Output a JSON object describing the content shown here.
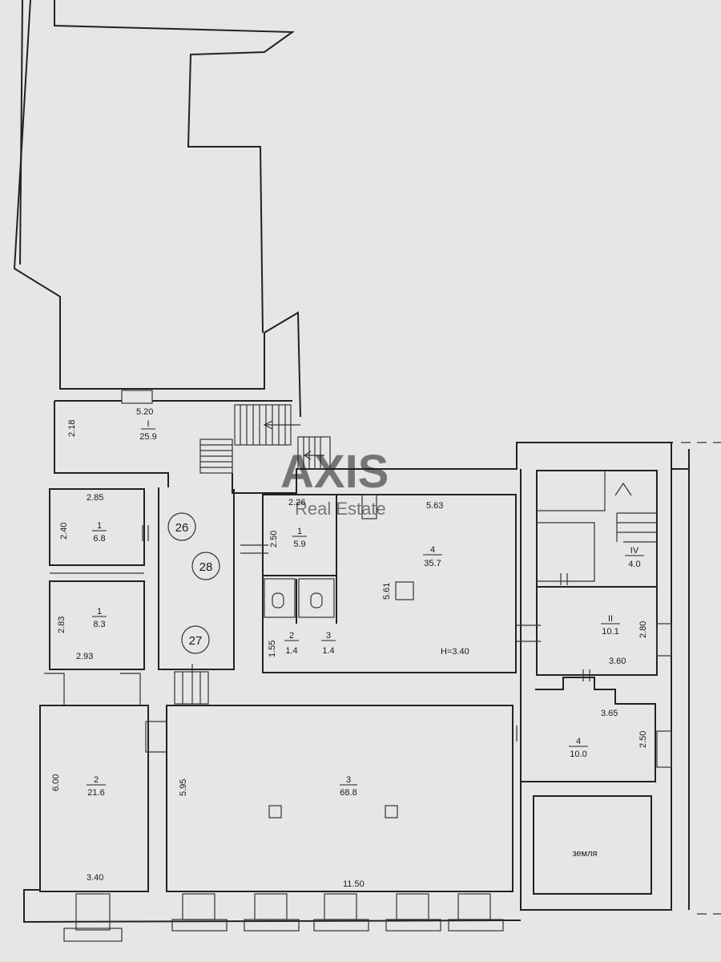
{
  "watermark": {
    "brand": "AXIS",
    "sub": "Real Estate",
    "color": "#ffffff"
  },
  "rooms": [
    {
      "id": "corridor-I",
      "number": "I",
      "area": "25.9"
    },
    {
      "id": "room-1a",
      "number": "1",
      "area": "6.8"
    },
    {
      "id": "room-1b",
      "number": "1",
      "area": "8.3"
    },
    {
      "id": "room-2",
      "number": "2",
      "area": "21.6"
    },
    {
      "id": "room-3",
      "number": "3",
      "area": "68.8"
    },
    {
      "id": "room-1c",
      "number": "1",
      "area": "5.9"
    },
    {
      "id": "wc-2",
      "number": "2",
      "area": "1.4"
    },
    {
      "id": "wc-3",
      "number": "3",
      "area": "1.4"
    },
    {
      "id": "room-4a",
      "number": "4",
      "area": "35.7"
    },
    {
      "id": "room-II",
      "number": "II",
      "area": "10.1"
    },
    {
      "id": "room-IV",
      "number": "IV",
      "area": "4.0"
    },
    {
      "id": "room-4b",
      "number": "4",
      "area": "10.0"
    }
  ],
  "dimensions": {
    "d520": "5.20",
    "d218": "2.18",
    "d285": "2.85",
    "d240": "2.40",
    "d283": "2.83",
    "d293": "2.93",
    "d600": "6.00",
    "d340": "3.40",
    "d595": "5.95",
    "d1150": "11.50",
    "d226": "2.26",
    "d250a": "2.50",
    "d155": "1.55",
    "d563": "5.63",
    "d561": "5.61",
    "height": "H=3.40",
    "d280": "2.80",
    "d360": "3.60",
    "d365": "3.65",
    "d250b": "2.50"
  },
  "markers": {
    "m26": "26",
    "m28": "28",
    "m27": "27"
  },
  "land_label": "земля"
}
